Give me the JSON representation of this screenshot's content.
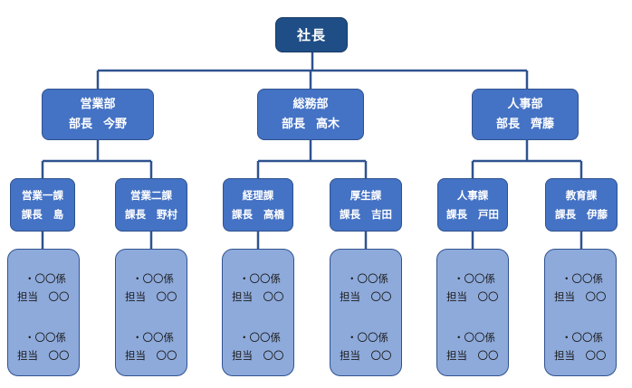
{
  "president": "社長",
  "departments": [
    {
      "name": "営業部",
      "manager_title": "部長",
      "manager_name": "今野",
      "sections": [
        {
          "name": "営業一課",
          "chief_title": "課長",
          "chief_name": "島",
          "staff": [
            {
              "unit": "・〇〇係",
              "person": "担当　〇〇"
            },
            {
              "unit": "・〇〇係",
              "person": "担当　〇〇"
            }
          ]
        },
        {
          "name": "営業二課",
          "chief_title": "課長",
          "chief_name": "野村",
          "staff": [
            {
              "unit": "・〇〇係",
              "person": "担当　〇〇"
            },
            {
              "unit": "・〇〇係",
              "person": "担当　〇〇"
            }
          ]
        }
      ]
    },
    {
      "name": "総務部",
      "manager_title": "部長",
      "manager_name": "高木",
      "sections": [
        {
          "name": "経理課",
          "chief_title": "課長",
          "chief_name": "高橋",
          "staff": [
            {
              "unit": "・〇〇係",
              "person": "担当　〇〇"
            },
            {
              "unit": "・〇〇係",
              "person": "担当　〇〇"
            }
          ]
        },
        {
          "name": "厚生課",
          "chief_title": "課長",
          "chief_name": "吉田",
          "staff": [
            {
              "unit": "・〇〇係",
              "person": "担当　〇〇"
            },
            {
              "unit": "・〇〇係",
              "person": "担当　〇〇"
            }
          ]
        }
      ]
    },
    {
      "name": "人事部",
      "manager_title": "部長",
      "manager_name": "齊藤",
      "sections": [
        {
          "name": "人事課",
          "chief_title": "課長",
          "chief_name": "戸田",
          "staff": [
            {
              "unit": "・〇〇係",
              "person": "担当　〇〇"
            },
            {
              "unit": "・〇〇係",
              "person": "担当　〇〇"
            }
          ]
        },
        {
          "name": "教育課",
          "chief_title": "課長",
          "chief_name": "伊藤",
          "staff": [
            {
              "unit": "・〇〇係",
              "person": "担当　〇〇"
            },
            {
              "unit": "・〇〇係",
              "person": "担当　〇〇"
            }
          ]
        }
      ]
    }
  ],
  "colors": {
    "president_fill": "#1f4e86",
    "box_fill": "#4472c4",
    "staff_fill": "#8eaadb",
    "connector": "#2f528f"
  }
}
